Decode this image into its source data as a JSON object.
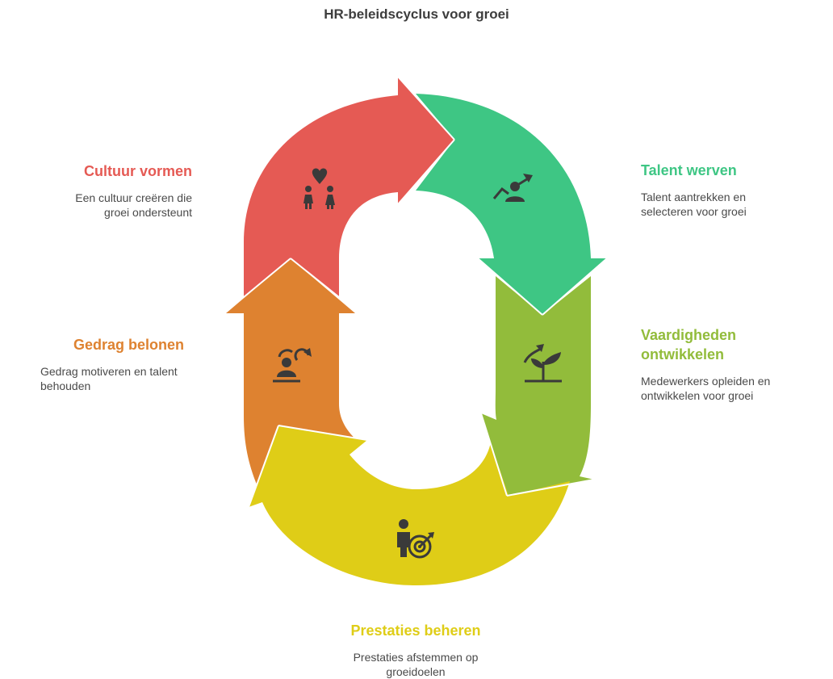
{
  "title": "HR-beleidscyclus voor groei",
  "colors": {
    "red": "#e55a54",
    "green": "#3ec684",
    "olive": "#92bc3b",
    "yellow": "#dfcd17",
    "orange": "#de8230",
    "icon": "#3a3a3a"
  },
  "steps": [
    {
      "title": "Talent werven",
      "desc_line1": "Talent aantrekken en",
      "desc_line2": "selecteren voor groei",
      "icon": "person-growth-icon"
    },
    {
      "title_line1": "Vaardigheden",
      "title_line2": "ontwikkelen",
      "desc_line1": "Medewerkers opleiden en",
      "desc_line2": "ontwikkelen voor groei",
      "icon": "sprout-icon"
    },
    {
      "title": "Prestaties beheren",
      "desc_line1": "Prestaties afstemmen op",
      "desc_line2": "groeidoelen",
      "icon": "target-person-icon"
    },
    {
      "title": "Gedrag belonen",
      "desc_line1": "Gedrag motiveren en talent",
      "desc_line2": "behouden",
      "icon": "reward-person-icon"
    },
    {
      "title": "Cultuur vormen",
      "desc_line1": "Een cultuur creëren die",
      "desc_line2": "groei ondersteunt",
      "icon": "people-heart-icon"
    }
  ]
}
